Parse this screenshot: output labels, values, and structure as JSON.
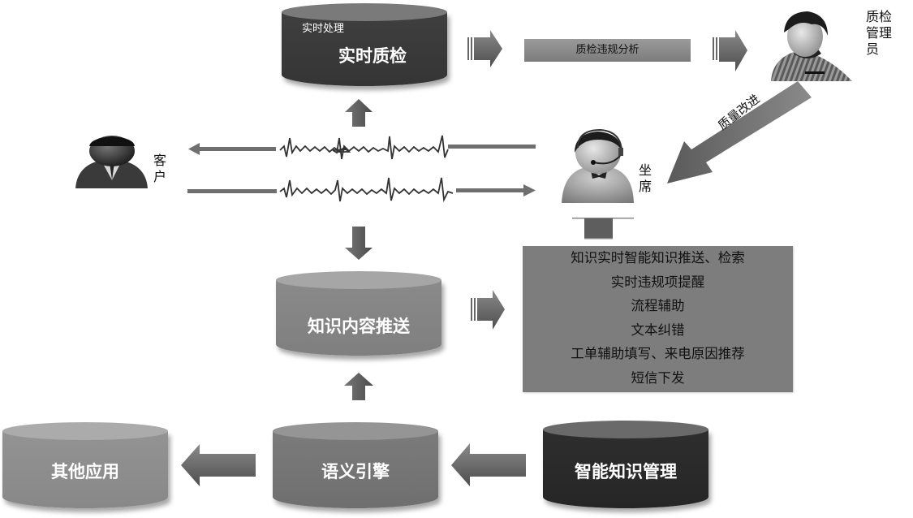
{
  "diagram": {
    "top_cylinder": {
      "subtitle": "实时处理",
      "title": "实时质检"
    },
    "analysis_bar": {
      "label": "质检违规分析"
    },
    "qc_manager": {
      "label": "质检管理员",
      "lines": [
        "质检",
        "管理",
        "员"
      ]
    },
    "feedback_arrow": {
      "label": "质量改进"
    },
    "customer": {
      "label": "客户",
      "lines": [
        "客",
        "户"
      ]
    },
    "agent": {
      "label": "坐席",
      "lines": [
        "坐",
        "席"
      ]
    },
    "knowledge_push_cylinder": {
      "title": "知识内容推送"
    },
    "features": {
      "items": [
        "知识实时智能知识推送、检索",
        "实时违规项提醒",
        "流程辅助",
        "文本纠错",
        "工单辅助填写、来电原因推荐",
        "短信下发"
      ]
    },
    "bottom_row": {
      "other_apps": {
        "title": "其他应用"
      },
      "semantic_engine": {
        "title": "语义引擎"
      },
      "knowledge_mgmt": {
        "title": "智能知识管理"
      }
    },
    "colors": {
      "dark_cylinder": "#3b3b3b",
      "darkest_cylinder": "#2a2a2a",
      "mid_cylinder": "#858585",
      "arrow": "#6b6b6b",
      "panel": "#7d7d7d"
    }
  }
}
